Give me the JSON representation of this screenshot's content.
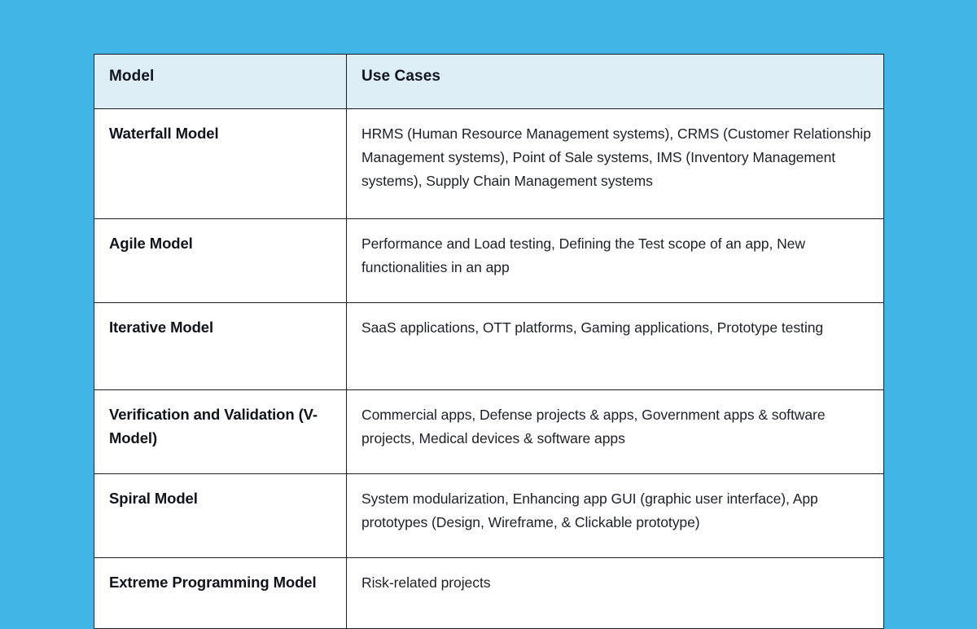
{
  "theme": {
    "page_background": "#41b6e6",
    "table_background": "#ffffff",
    "header_background": "#deeef7",
    "border_color": "#1a1f2b",
    "text_color": "#10141c"
  },
  "table": {
    "columns": [
      {
        "key": "model",
        "label": "Model"
      },
      {
        "key": "use_cases",
        "label": "Use Cases"
      }
    ],
    "rows": [
      {
        "model": "Waterfall Model",
        "use_cases": "HRMS (Human Resource Management systems), CRMS (Customer Relationship Management systems), Point of Sale systems, IMS (Inventory Management systems), Supply Chain Management systems"
      },
      {
        "model": "Agile Model",
        "use_cases": "Performance and Load testing, Defining the Test scope of an app, New functionalities in an app"
      },
      {
        "model": "Iterative Model",
        "use_cases": "SaaS applications, OTT platforms, Gaming applications, Prototype testing"
      },
      {
        "model": "Verification and Validation (V-Model)",
        "use_cases": "Commercial apps, Defense projects & apps, Government apps & software projects, Medical devices & software apps"
      },
      {
        "model": "Spiral Model",
        "use_cases": "System modularization, Enhancing app GUI (graphic user interface), App prototypes (Design, Wireframe, & Clickable prototype)"
      },
      {
        "model": "Extreme Programming Model",
        "use_cases": "Risk-related projects"
      }
    ]
  }
}
